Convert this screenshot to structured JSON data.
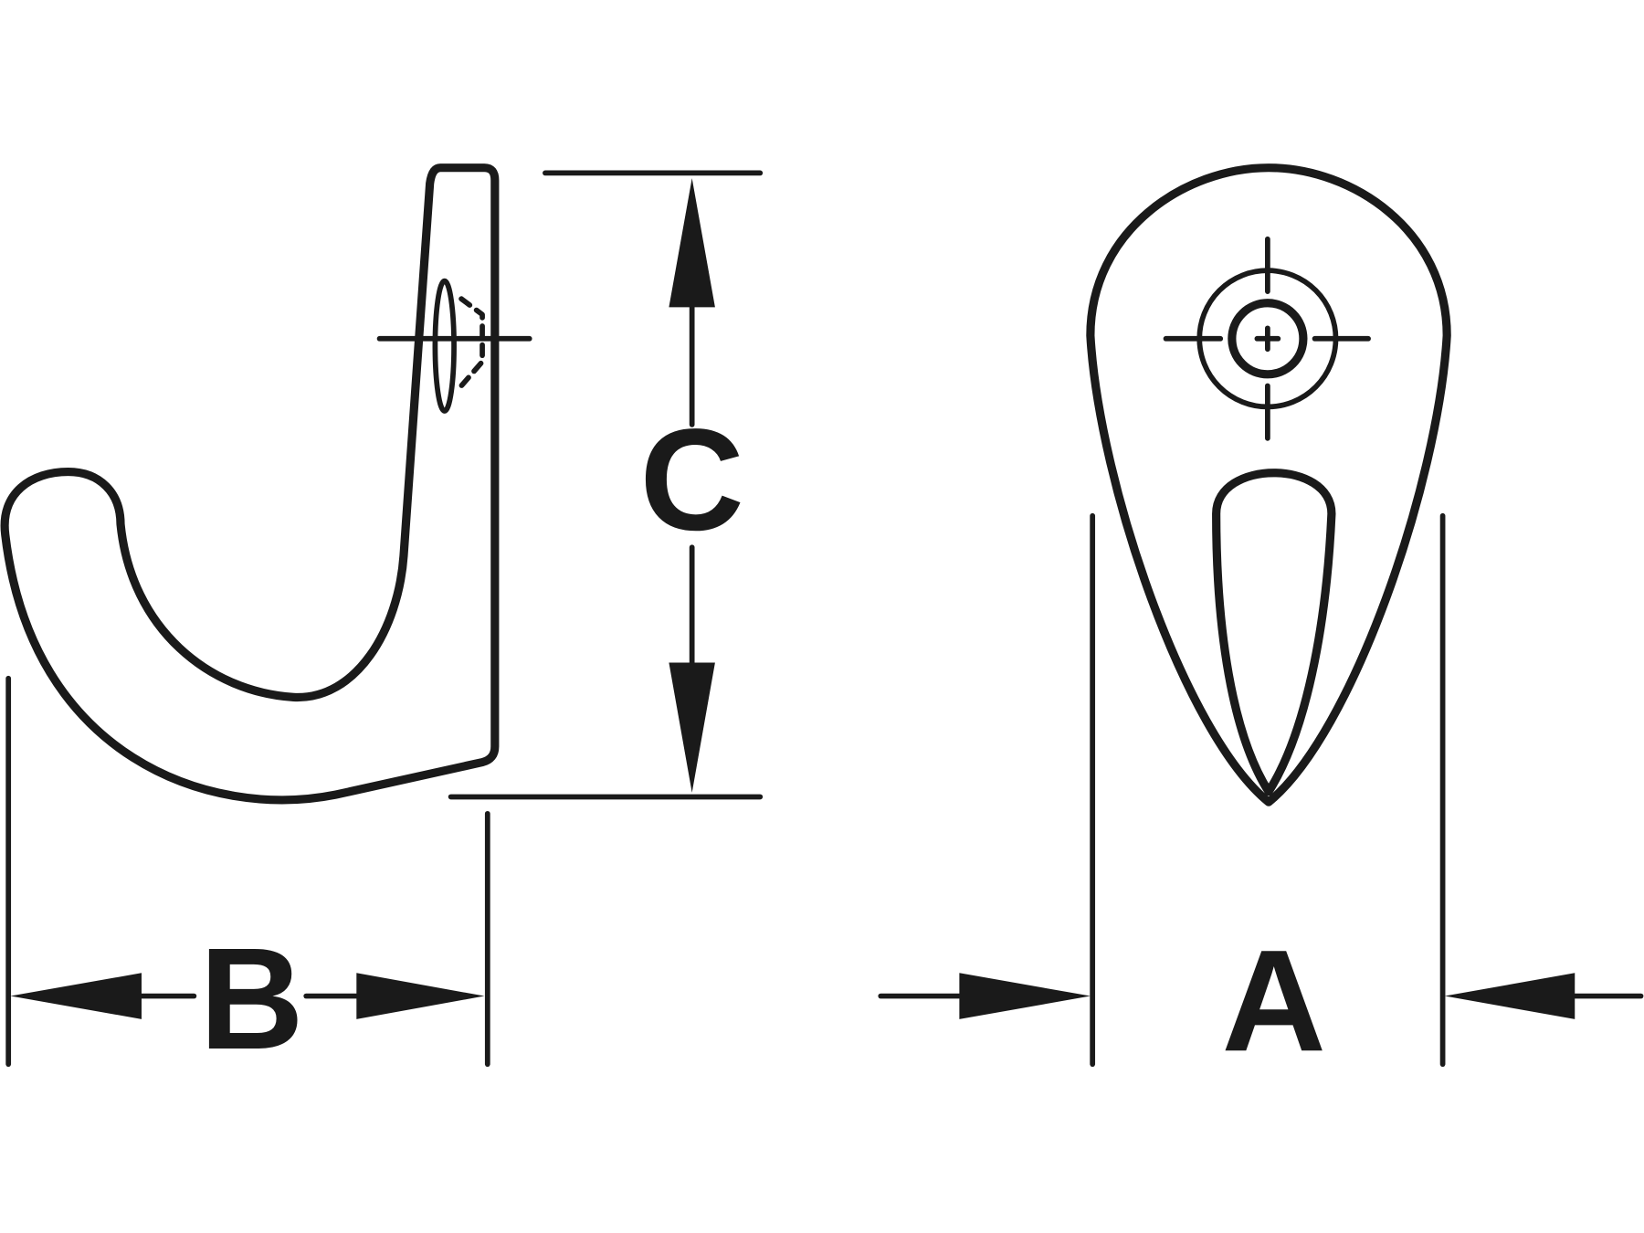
{
  "drawing": {
    "labels": {
      "width": "A",
      "depth": "B",
      "height": "C"
    },
    "colors": {
      "line": "#1a1a1a",
      "background": "#ffffff"
    }
  }
}
